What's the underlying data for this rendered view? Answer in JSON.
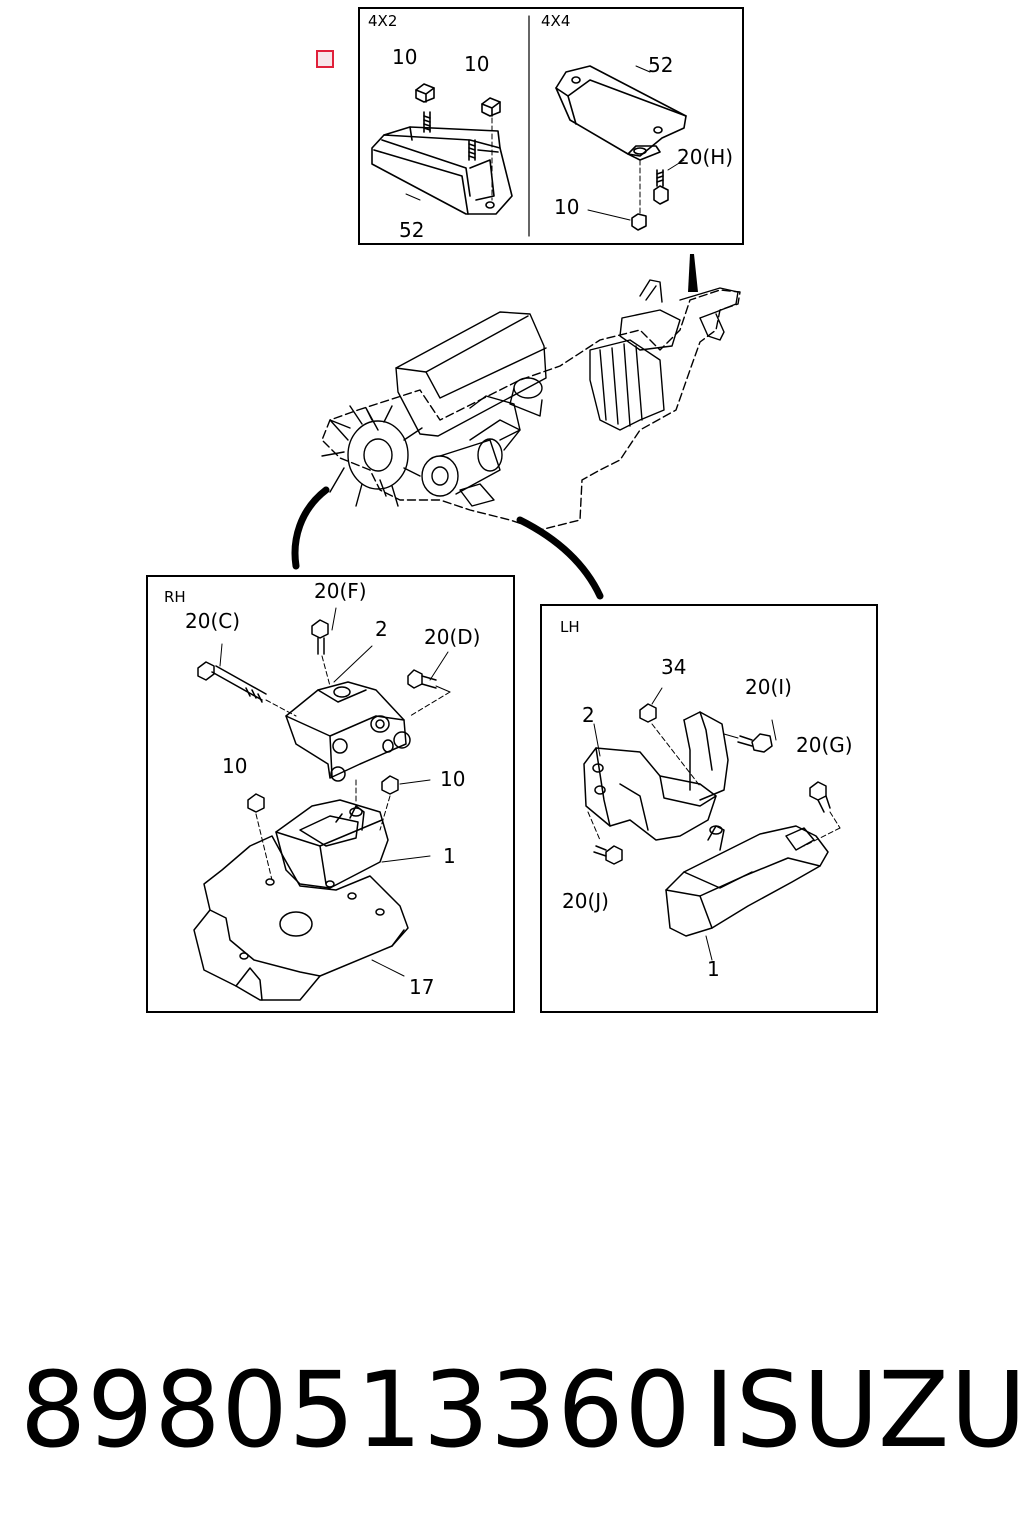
{
  "panels": {
    "top_left_title": "4X2",
    "top_right_title": "4X4",
    "rh_title": "RH",
    "lh_title": "LH"
  },
  "callouts": {
    "t_10a": "10",
    "t_10b": "10",
    "t_52a": "52",
    "t_52b": "52",
    "t_20h": "20(H)",
    "t_10c": "10",
    "rh_20c": "20(C)",
    "rh_20f": "20(F)",
    "rh_2": "2",
    "rh_20d": "20(D)",
    "rh_10a": "10",
    "rh_10b": "10",
    "rh_1": "1",
    "rh_17": "17",
    "lh_34": "34",
    "lh_20i": "20(I)",
    "lh_2": "2",
    "lh_20g": "20(G)",
    "lh_20j": "20(J)",
    "lh_1": "1"
  },
  "footer": {
    "part_number": "8980513360",
    "brand": "ISUZU"
  },
  "colors": {
    "marker_border": "#e0203a",
    "line": "#000000"
  }
}
